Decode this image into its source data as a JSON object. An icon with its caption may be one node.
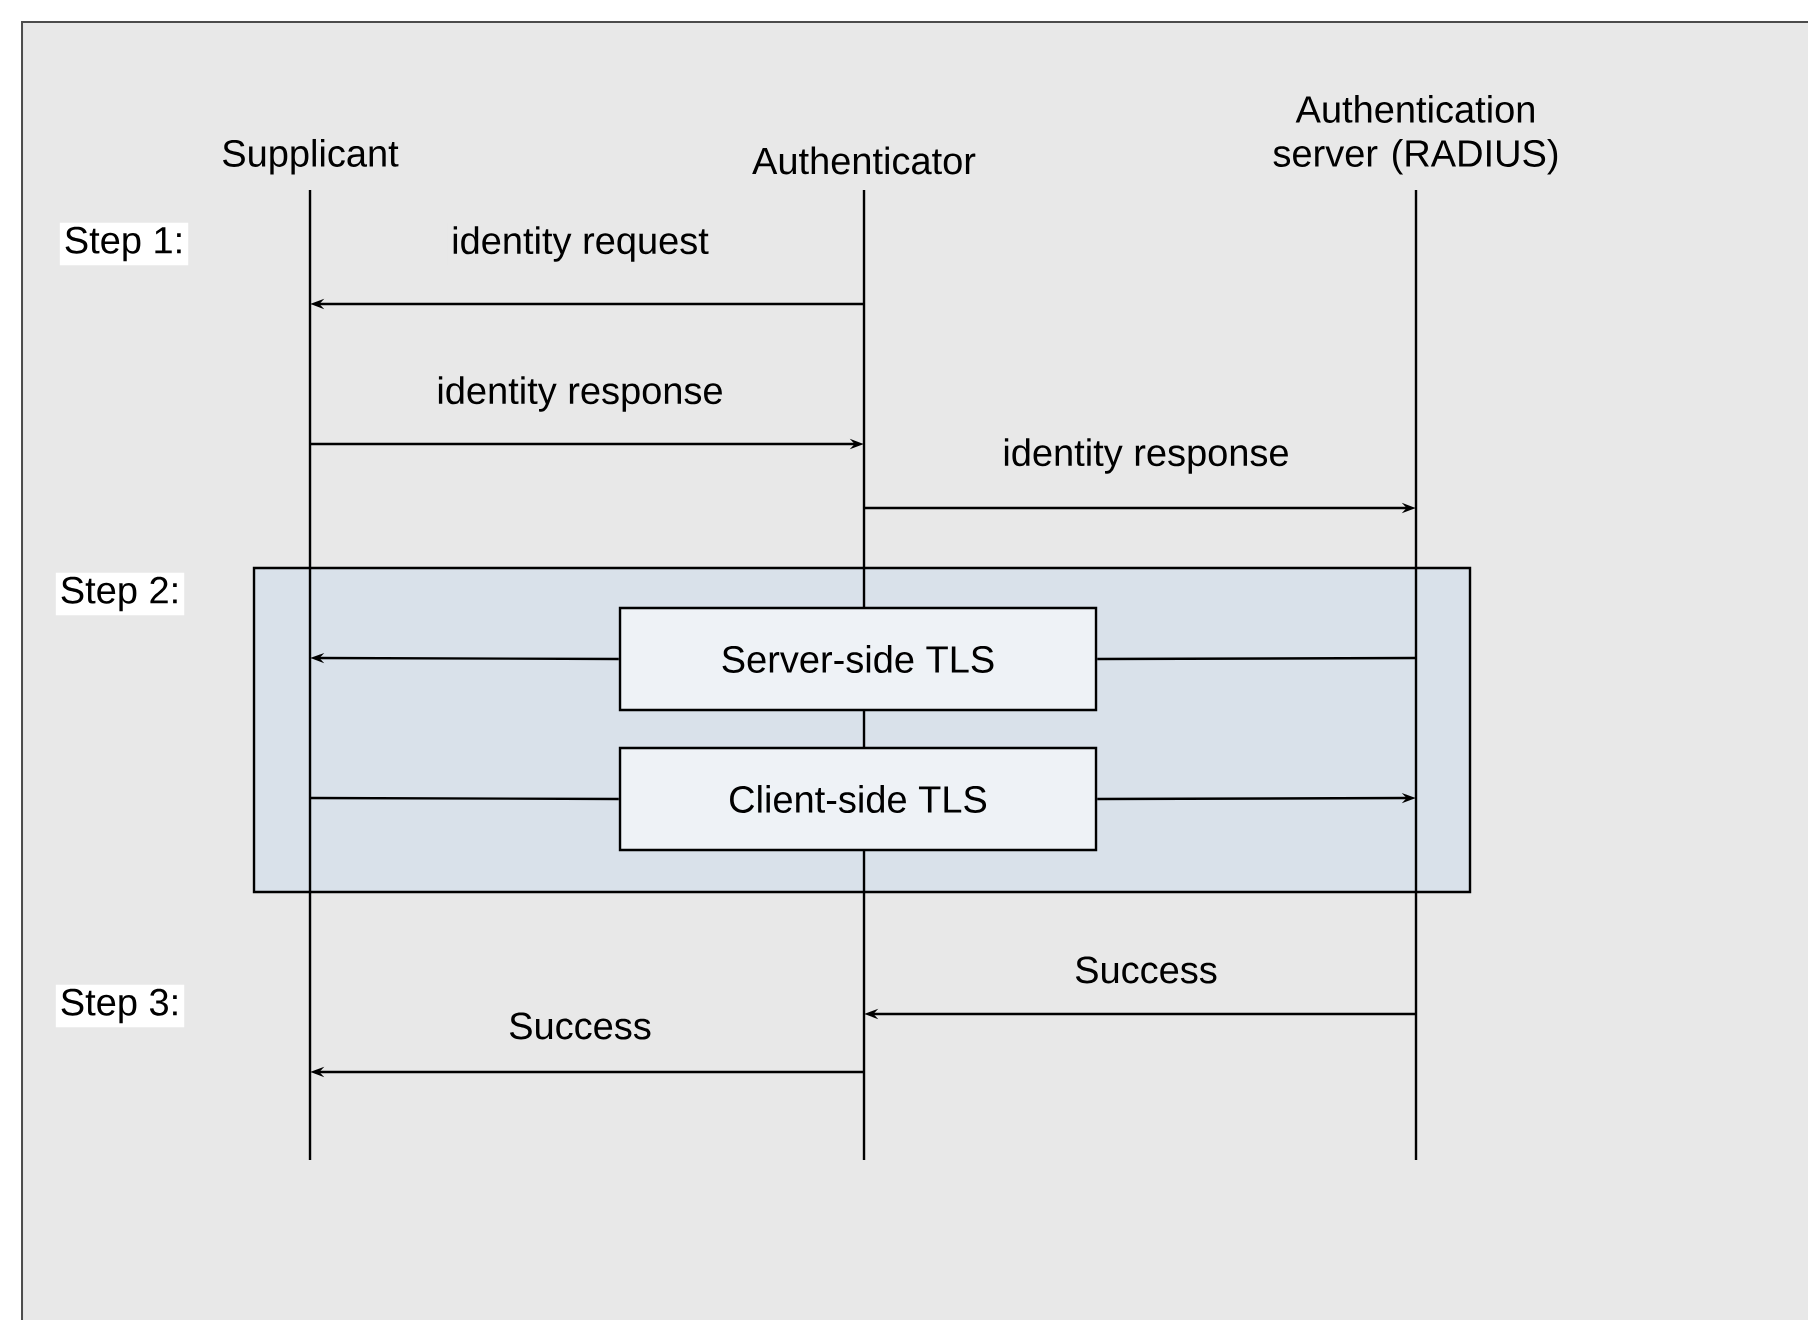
{
  "diagram": {
    "nodes": [
      {
        "text": [
          "Supplicant"
        ]
      },
      {
        "text": [
          "Authenticator"
        ]
      },
      {
        "text": [
          "Authentication server (RADIUS)"
        ]
      },
      {
        "text": [],
        "shape": "box"
      },
      {
        "text": [
          "Server-side TLS"
        ],
        "in": 3
      },
      {
        "text": [
          "Client-side TLS"
        ],
        "in": 3
      }
    ],
    "edges": [
      {
        "from": 1,
        "to": 0,
        "arrow": "to",
        "label": "identity request"
      },
      {
        "from": 0,
        "to": 1,
        "arrow": "to",
        "label": "identity response"
      },
      {
        "from": 1,
        "to": 2,
        "arrow": "to",
        "label": "identity response"
      },
      {
        "from": 2,
        "to": 4,
        "arrow": "none"
      },
      {
        "from": 4,
        "to": 0,
        "arrow": "to"
      },
      {
        "from": 0,
        "to": 5,
        "arrow": "none"
      },
      {
        "from": 5,
        "to": 2,
        "arrow": "to"
      },
      {
        "from": 2,
        "to": 1,
        "arrow": "to",
        "label": "Success"
      },
      {
        "from": 1,
        "to": 0,
        "arrow": "to",
        "label": "Success"
      }
    ],
    "labels": [
      "Step 1:",
      "Step 2:",
      "Step 3:"
    ]
  }
}
